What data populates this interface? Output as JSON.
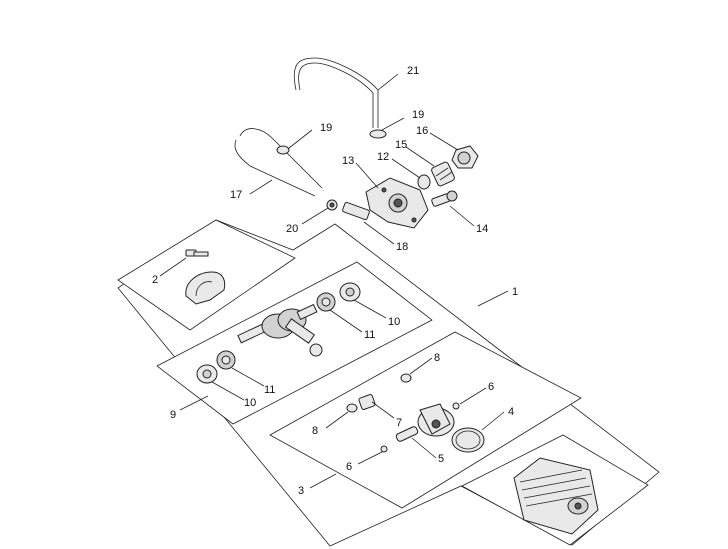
{
  "callouts": {
    "c21": "21",
    "c19a": "19",
    "c19b": "19",
    "c16": "16",
    "c15": "15",
    "c12": "12",
    "c13": "13",
    "c17": "17",
    "c20": "20",
    "c18": "18",
    "c14": "14",
    "c1": "1",
    "c2": "2",
    "c10a": "10",
    "c11a": "11",
    "c11b": "11",
    "c10b": "10",
    "c9": "9",
    "c8a": "8",
    "c6a": "6",
    "c4": "4",
    "c7": "7",
    "c8b": "8",
    "c5": "5",
    "c6b": "6",
    "c3": "3"
  }
}
